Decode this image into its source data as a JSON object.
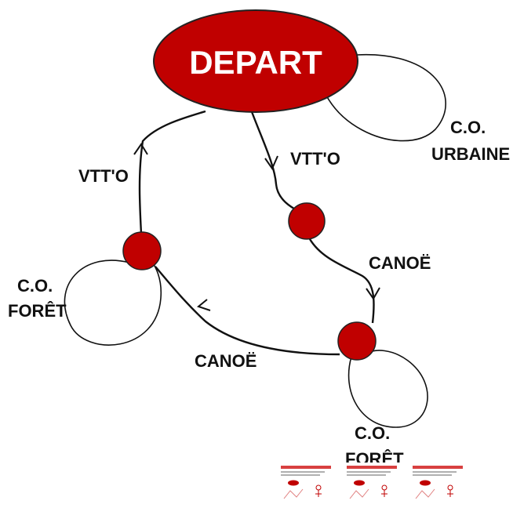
{
  "colors": {
    "node_fill": "#c00000",
    "node_stroke": "#222222",
    "line": "#111111",
    "label": "#111111",
    "start_label": "#ffffff"
  },
  "start": {
    "label": "DEPART"
  },
  "edges": {
    "depart_to_checkpoint": "VTT'O",
    "forest_to_depart": "VTT'O",
    "checkpoint_to_bottom": "CANOË",
    "bottom_to_forest": "CANOË"
  },
  "loops": {
    "urban": {
      "line1": "C.O.",
      "line2": "URBAINE"
    },
    "forest_left": {
      "line1": "C.O.",
      "line2": "FORÊT"
    },
    "forest_bottom": {
      "line1": "C.O.",
      "line2": "FORÊT"
    }
  },
  "logos": [
    {
      "icon": "orienteering-logo-icon"
    },
    {
      "icon": "orienteering-logo-icon"
    },
    {
      "icon": "orienteering-logo-icon"
    }
  ]
}
